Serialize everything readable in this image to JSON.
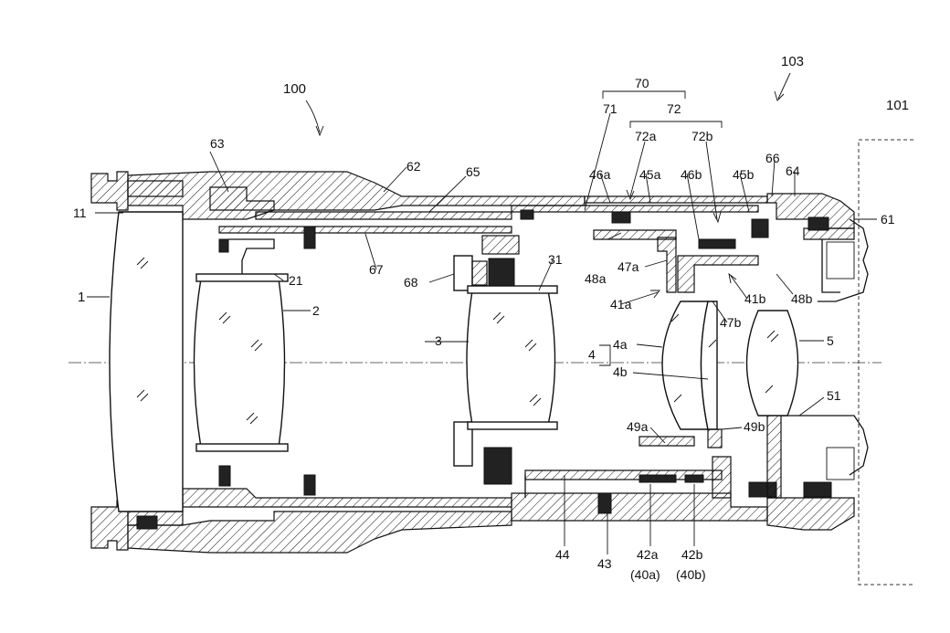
{
  "labels": {
    "l100": "100",
    "l103": "103",
    "l101": "101",
    "l70": "70",
    "l71": "71",
    "l72": "72",
    "l72a": "72a",
    "l72b": "72b",
    "l63": "63",
    "l62": "62",
    "l65": "65",
    "l46a": "46a",
    "l45a": "45a",
    "l46b": "46b",
    "l45b": "45b",
    "l66": "66",
    "l64": "64",
    "l11": "11",
    "l61": "61",
    "l67": "67",
    "l68": "68",
    "l31": "31",
    "l48a": "48a",
    "l47a": "47a",
    "l21": "21",
    "l41a": "41a",
    "l41b": "41b",
    "l48b": "48b",
    "l1": "1",
    "l2": "2",
    "l3": "3",
    "l4": "4",
    "l4a": "4a",
    "l4b": "4b",
    "l47b": "47b",
    "l5": "5",
    "l51": "51",
    "l49a": "49a",
    "l49b": "49b",
    "l44": "44",
    "l43": "43",
    "l42a": "42a",
    "l40a": "(40a)",
    "l42b": "42b",
    "l40b": "(40b)"
  }
}
